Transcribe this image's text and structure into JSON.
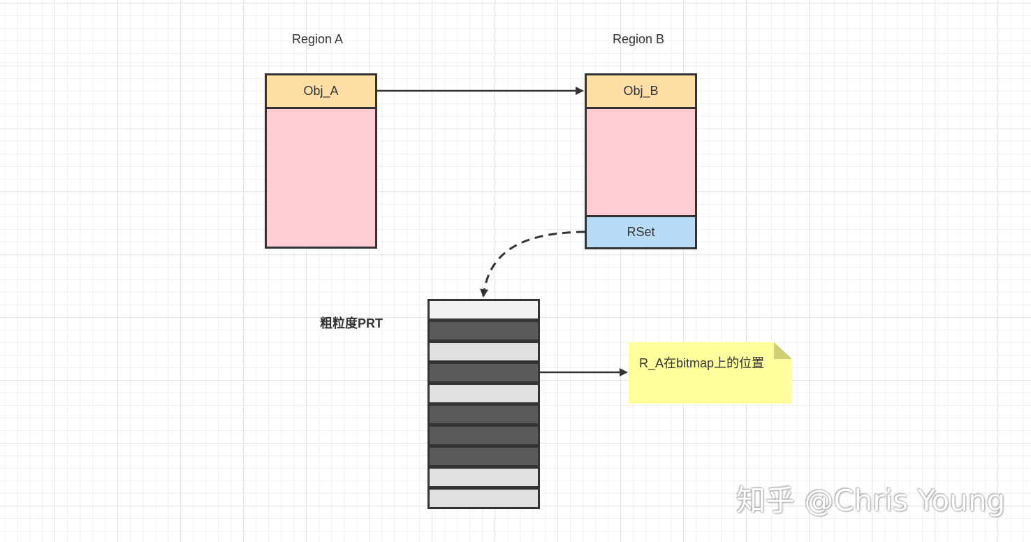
{
  "region_a": {
    "title": "Region A",
    "object": "Obj_A"
  },
  "region_b": {
    "title": "Region B",
    "object": "Obj_B",
    "rset": "RSet"
  },
  "prt": {
    "label": "粗粒度PRT",
    "rows": [
      {
        "state": "light"
      },
      {
        "state": "dark"
      },
      {
        "state": "light"
      },
      {
        "state": "dark"
      },
      {
        "state": "light"
      },
      {
        "state": "dark"
      },
      {
        "state": "dark"
      },
      {
        "state": "dark"
      },
      {
        "state": "light"
      },
      {
        "state": "light"
      }
    ]
  },
  "note": {
    "text": "R_A在bitmap上的位置"
  },
  "watermark": {
    "text": "知乎 @Chris Young"
  },
  "colors": {
    "object_fill": "#ffdfa6",
    "region_fill": "#ffccd4",
    "rset_fill": "#b8dcf7",
    "prt_dark": "#5a5a5a",
    "prt_light": "#e0e0e0",
    "note_fill": "#ffff9e",
    "stroke": "#333333"
  }
}
